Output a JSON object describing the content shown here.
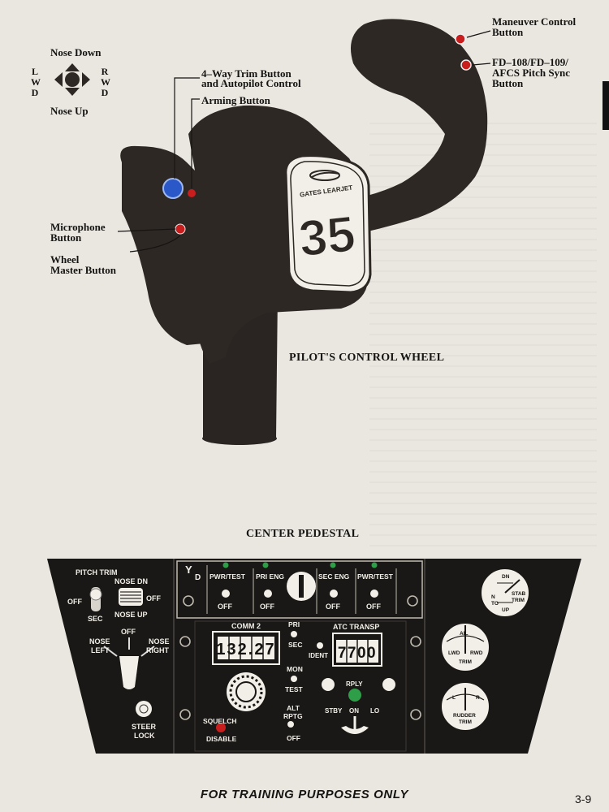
{
  "wheel": {
    "trim_rose": {
      "up": "Nose Down",
      "down": "Nose Up",
      "left": [
        "L",
        "W",
        "D"
      ],
      "right": [
        "R",
        "W",
        "D"
      ]
    },
    "callouts": {
      "trim_button_1": "4–Way Trim Button",
      "trim_button_2": "and Autopilot Control",
      "arming": "Arming Button",
      "microphone_1": "Microphone",
      "microphone_2": "Button",
      "wheel_master_1": "Wheel",
      "wheel_master_2": "Master Button",
      "maneuver_1": "Maneuver Control",
      "maneuver_2": "Button",
      "pitch_sync_1": "FD–108/FD–109/",
      "pitch_sync_2": "AFCS Pitch Sync",
      "pitch_sync_3": "Button"
    },
    "logo_text": "GATES LEARJET",
    "model_number": "35",
    "caption": "PILOT'S CONTROL WHEEL"
  },
  "pedestal": {
    "caption": "CENTER PEDESTAL",
    "left_panel": {
      "pitch_trim": "PITCH TRIM",
      "off_left": "OFF",
      "sec": "SEC",
      "nose_dn": "NOSE DN",
      "nose_up": "NOSE UP",
      "off_right": "OFF",
      "nose_left_1": "NOSE",
      "nose_left_2": "LEFT",
      "off_mid": "OFF",
      "nose_right_1": "NOSE",
      "nose_right_2": "RIGHT",
      "steer_1": "STEER",
      "steer_2": "LOCK"
    },
    "yd_panel": {
      "yd_y": "Y",
      "yd_d": "D",
      "switches": [
        {
          "label": "PWR/TEST",
          "off": "OFF"
        },
        {
          "label": "PRI ENG",
          "off": "OFF"
        },
        {
          "label": "SEC ENG",
          "off": "OFF"
        },
        {
          "label": "PWR/TEST",
          "off": "OFF"
        }
      ]
    },
    "comm2": {
      "title": "COMM 2",
      "freq": "132.27",
      "pri": "PRI",
      "sec": "SEC",
      "mon": "MON",
      "test": "TEST",
      "alt": "ALT",
      "rptg": "RPTG",
      "off": "OFF",
      "squelch": "SQUELCH",
      "disable": "DISABLE"
    },
    "atc": {
      "title": "ATC TRANSP",
      "code": "7700",
      "ident": "IDENT",
      "rply": "RPLY",
      "stby": "STBY",
      "on": "ON",
      "lo": "LO"
    },
    "gauges": {
      "stab_trim_1": "STAB",
      "stab_trim_2": "TRIM",
      "stab_dn": "DN",
      "stab_n": "N",
      "stab_to": "TO",
      "stab_up": "UP",
      "ail": "AIL",
      "lwd": "LWD",
      "rwd": "RWD",
      "ail_trim": "TRIM",
      "rud_l": "L",
      "rud_r": "R",
      "rudder_1": "RUDDER",
      "rudder_2": "TRIM"
    },
    "colors": {
      "panel": "#1a1816",
      "green_led": "#2f9e48",
      "red_button": "#c81e1e",
      "blue_button": "#2a58c9"
    }
  },
  "footer": {
    "text": "FOR TRAINING PURPOSES ONLY",
    "page": "3-9"
  }
}
